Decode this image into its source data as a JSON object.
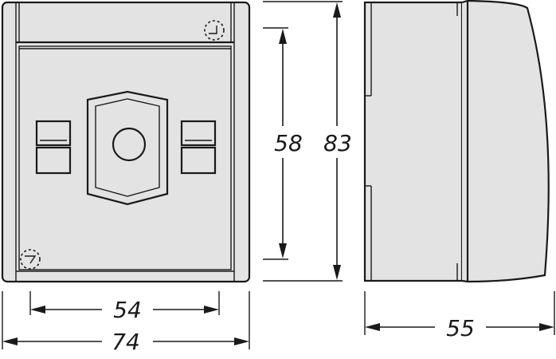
{
  "dimensions": {
    "height_total": "83",
    "height_inner": "58",
    "width_inner": "54",
    "width_total": "74",
    "depth": "55"
  },
  "colors": {
    "line": "#1a1a1a",
    "body_fill": "#e3e3e3",
    "background": "#ffffff"
  },
  "icons": {
    "screw_marker": "dashed-circle-icon"
  }
}
